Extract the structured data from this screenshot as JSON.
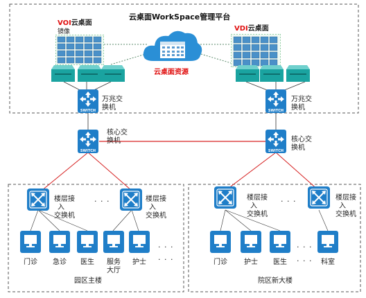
{
  "platform_title": "云桌面WorkSpace管理平台",
  "resource_label": "云桌面资源",
  "voi_label": {
    "prefix": "VOI",
    "suffix": "云桌面",
    "line2": "镜像"
  },
  "vdi_label": {
    "prefix": "VDI",
    "suffix": "云桌面"
  },
  "switch_text": "SWITCH",
  "tenG_switch_label": [
    "万兆交",
    "换机"
  ],
  "core_switch_label": [
    "核心交",
    "换机"
  ],
  "floor_switch_label": [
    "楼层接",
    "入",
    "交换机"
  ],
  "ellipsis": "· · ·",
  "left_building": {
    "name": "园区主楼",
    "terminals": [
      "门诊",
      "急诊",
      "医生",
      "服务\n大厅",
      "护士"
    ]
  },
  "right_building": {
    "name": "院区新大楼",
    "terminals": [
      "门诊",
      "护士",
      "医生",
      "科室"
    ]
  },
  "colors": {
    "switch_fill": "#1f7ec8",
    "server_teal": "#1aa3a0",
    "cloud_blue": "#2a8fd6",
    "link_red": "#d62020",
    "dash_line": "#555555"
  }
}
